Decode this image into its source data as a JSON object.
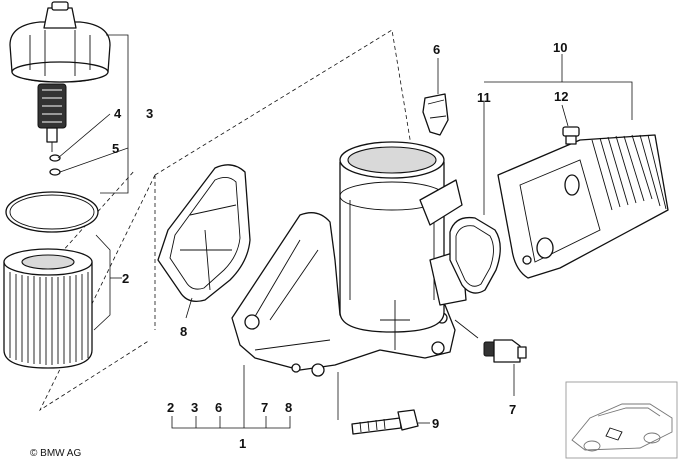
{
  "callouts": {
    "c1": "1",
    "c2_right": "2",
    "c3": "3",
    "c4": "4",
    "c5": "5",
    "c6_top": "6",
    "c7_right": "7",
    "c8_left": "8",
    "c9": "9",
    "c10": "10",
    "c11": "11",
    "c12": "12",
    "group_row": [
      "2",
      "3",
      "6",
      "7",
      "8"
    ]
  },
  "copyright": "© BMW AG",
  "colors": {
    "line": "#111111",
    "fill": "#ffffff",
    "shade": "#d9d9d9"
  }
}
